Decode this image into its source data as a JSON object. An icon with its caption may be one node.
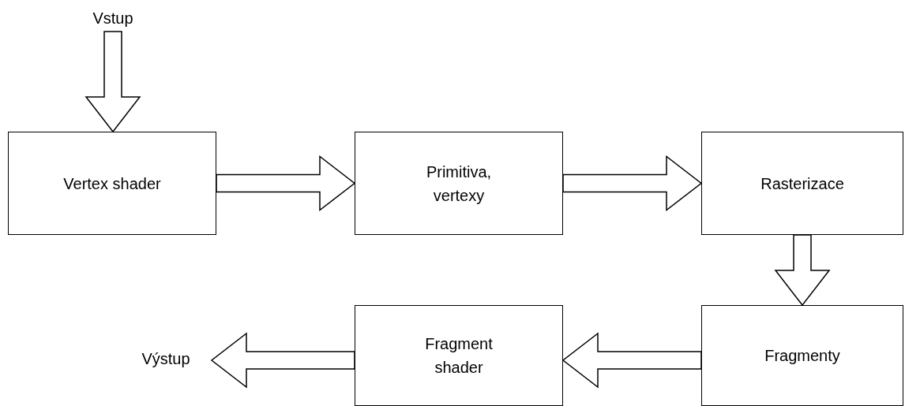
{
  "diagram": {
    "nodes": [
      {
        "text": [
          "Vstup"
        ]
      },
      {
        "text": [
          "Vertex shader"
        ]
      },
      {
        "text": [
          "Primitiva, vertexy"
        ]
      },
      {
        "text": [
          "Rasterizace"
        ]
      },
      {
        "text": [
          "Fragmenty"
        ]
      },
      {
        "text": [
          "Fragment shader"
        ]
      },
      {
        "text": [
          "Výstup"
        ]
      }
    ],
    "edges": [
      {
        "from": 0,
        "to": 1,
        "arrow": "to"
      },
      {
        "from": 1,
        "to": 2,
        "arrow": "to"
      },
      {
        "from": 2,
        "to": 3,
        "arrow": "to"
      },
      {
        "from": 3,
        "to": 4,
        "arrow": "to"
      },
      {
        "from": 4,
        "to": 5,
        "arrow": "to"
      },
      {
        "from": 5,
        "to": 6,
        "arrow": "to"
      }
    ]
  }
}
